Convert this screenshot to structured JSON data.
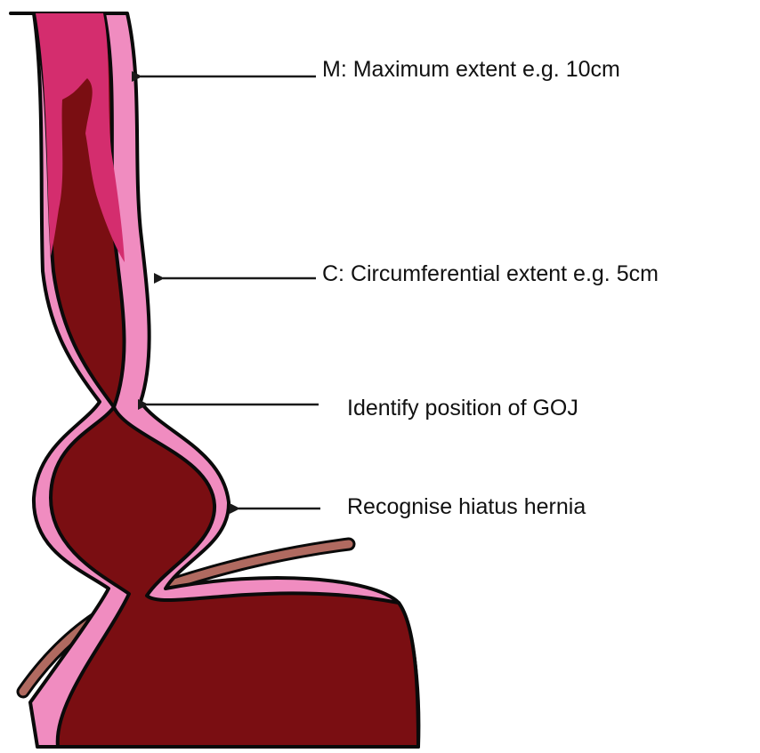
{
  "labels": {
    "maximum_extent": "M: Maximum extent e.g. 10cm",
    "circumferential_extent": "C: Circumferential extent e.g. 5cm",
    "goj": "Identify position of GOJ",
    "hiatus_hernia": "Recognise hiatus hernia"
  },
  "colors": {
    "lumen": "#7a0e12",
    "barrett_mucosa": "#d42d6e",
    "wall": "#f08cc0",
    "outline": "#0a0a0a",
    "diaphragm": "#b06a60",
    "arrow": "#1a1a1a"
  }
}
